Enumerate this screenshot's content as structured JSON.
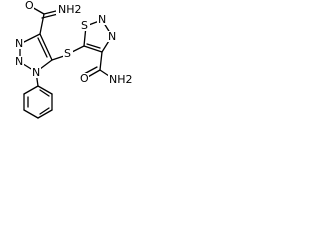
{
  "molecule": {
    "atoms": {
      "amide_left": "NH2",
      "amide_left_o": "O",
      "amide_right": "NH2",
      "amide_right_o": "O",
      "triazole_left_n1": "N",
      "triazole_left_n2": "N",
      "triazole_left_n3": "N",
      "thioether_s": "S",
      "thiadiazole_s": "S",
      "thiadiazole_n1": "N",
      "thiadiazole_n2": "N"
    }
  }
}
